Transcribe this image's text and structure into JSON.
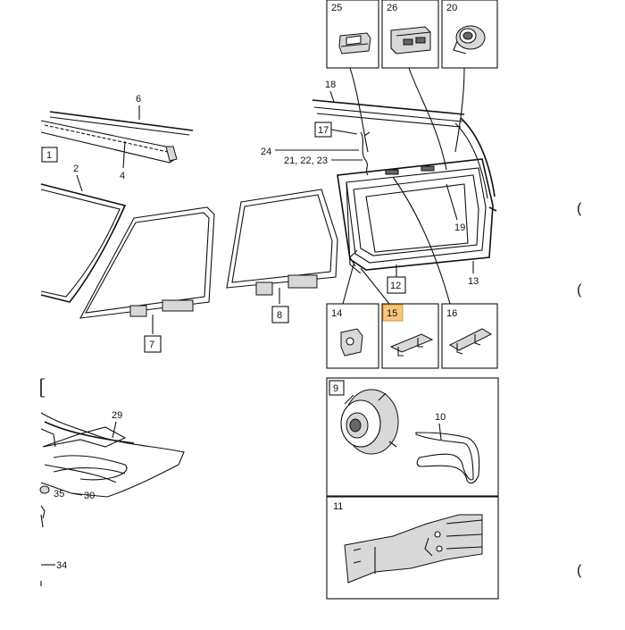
{
  "labels": {
    "l1": "1",
    "l2": "2",
    "l4": "4",
    "l6": "6",
    "l7": "7",
    "l8": "8",
    "l9": "9",
    "l10": "10",
    "l11": "11",
    "l12": "12",
    "l13": "13",
    "l14": "14",
    "l15": "15",
    "l16": "16",
    "l17": "17",
    "l18": "18",
    "l19": "19",
    "l20": "20",
    "l21": "21, 22, 23",
    "l24": "24",
    "l25": "25",
    "l26": "26",
    "l29": "29",
    "l30": "30",
    "l34": "34",
    "l35": "35"
  },
  "highlight_color": "#f6c77a",
  "highlighted_part": "15",
  "edge_glyph": "("
}
